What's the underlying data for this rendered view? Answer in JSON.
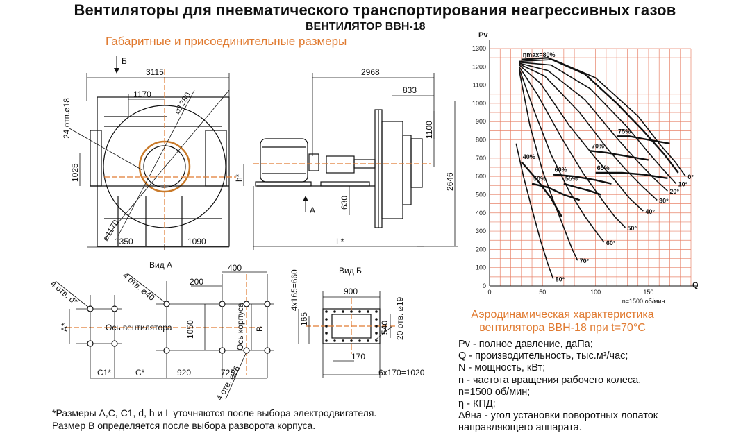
{
  "header": {
    "title": "Вентиляторы для пневматического транспортирования неагрессивных газов",
    "subtitle": "ВЕНТИЛЯТОР  ВВН-18",
    "dimensions_title": "Габаритные и присоединительные размеры"
  },
  "drawing": {
    "front": {
      "view_marker": "Б",
      "width_total": "3115",
      "width_top": "1170",
      "holes": "24 отв.⌀18",
      "diameter_outer": "⌀1280",
      "diameter_inner": "⌀1170",
      "height_axis": "1025",
      "width_left": "1350",
      "width_right": "1090"
    },
    "side": {
      "length_top": "2968",
      "offset_right": "833",
      "height_right": "1100",
      "height_total": "2646",
      "height_h": "h*",
      "height_foot": "630",
      "length_L": "L*",
      "view_marker": "А"
    },
    "view_a": {
      "label": "Вид А",
      "holes_d": "4 отв. d*",
      "holes_40": "4 отв. ⌀40",
      "dim_400": "400",
      "dim_200": "200",
      "axis_fan": "Ось вентилятора",
      "axis_body": "Ось корпуса",
      "dim_A": "А*",
      "dim_1050": "1050",
      "dim_B": "В",
      "dim_C1": "С1*",
      "dim_C": "С*",
      "dim_920": "920",
      "dim_725": "725",
      "holes_26": "4 отв. ⌀26"
    },
    "view_b": {
      "label": "Вид Б",
      "dim_900": "900",
      "holes_19": "20 отв. ⌀19",
      "dim_4x165": "4х165=660",
      "dim_165": "165",
      "dim_540": "540",
      "dim_170": "170",
      "dim_6x170": "6х170=1020"
    }
  },
  "chart_data": {
    "type": "line",
    "title": "",
    "xlabel": "Q",
    "ylabel": "Pv",
    "xlim": [
      0,
      190
    ],
    "ylim": [
      0,
      1300
    ],
    "x_ticks": [
      0,
      50,
      100,
      150
    ],
    "y_ticks": [
      0,
      100,
      200,
      300,
      400,
      500,
      600,
      700,
      800,
      900,
      1000,
      1100,
      1200,
      1300
    ],
    "grid": true,
    "speed_note": "n=1500 об/мин",
    "grid_color": "#e8836a",
    "series": [
      {
        "name": "0°",
        "x": [
          28,
          60,
          100,
          140,
          160,
          175,
          185
        ],
        "y": [
          1230,
          1240,
          1140,
          930,
          780,
          680,
          600
        ]
      },
      {
        "name": "10°",
        "x": [
          28,
          58,
          95,
          130,
          150,
          165,
          176
        ],
        "y": [
          1225,
          1210,
          1080,
          870,
          730,
          630,
          560
        ]
      },
      {
        "name": "20°",
        "x": [
          28,
          55,
          90,
          120,
          140,
          155,
          168
        ],
        "y": [
          1220,
          1180,
          1020,
          810,
          680,
          590,
          520
        ]
      },
      {
        "name": "30°",
        "x": [
          28,
          52,
          85,
          110,
          128,
          145,
          158
        ],
        "y": [
          1215,
          1150,
          950,
          760,
          640,
          540,
          470
        ]
      },
      {
        "name": "40°",
        "x": [
          28,
          48,
          75,
          100,
          118,
          132,
          145
        ],
        "y": [
          1210,
          1110,
          880,
          700,
          580,
          480,
          410
        ]
      },
      {
        "name": "50°",
        "x": [
          28,
          45,
          68,
          88,
          105,
          118,
          128
        ],
        "y": [
          1200,
          1050,
          810,
          620,
          480,
          380,
          320
        ]
      },
      {
        "name": "60°",
        "x": [
          28,
          42,
          58,
          75,
          90,
          100,
          108
        ],
        "y": [
          1190,
          960,
          720,
          520,
          380,
          300,
          240
        ]
      },
      {
        "name": "70°",
        "x": [
          28,
          38,
          50,
          62,
          72,
          78,
          83
        ],
        "y": [
          1180,
          880,
          630,
          440,
          290,
          200,
          140
        ]
      },
      {
        "name": "80°",
        "x": [
          25,
          32,
          40,
          48,
          55,
          60
        ],
        "y": [
          780,
          600,
          420,
          250,
          120,
          40
        ]
      }
    ],
    "efficiency_curves": [
      {
        "name": "ηmax=80%",
        "x": [
          30,
          55,
          90,
          120,
          145,
          165,
          178
        ],
        "y": [
          1240,
          1250,
          1160,
          1000,
          850,
          720,
          620
        ]
      },
      {
        "name": "75%",
        "x": [
          120,
          132,
          150,
          170
        ],
        "y": [
          820,
          820,
          800,
          780
        ]
      },
      {
        "name": "70%",
        "x": [
          95,
          110,
          130,
          150
        ],
        "y": [
          740,
          730,
          710,
          690
        ]
      },
      {
        "name": "65%",
        "x": [
          100,
          125,
          145,
          168
        ],
        "y": [
          620,
          620,
          610,
          590
        ]
      },
      {
        "name": "60%",
        "x": [
          60,
          80,
          100,
          115
        ],
        "y": [
          610,
          600,
          580,
          560
        ]
      },
      {
        "name": "55%",
        "x": [
          70,
          82,
          95,
          105
        ],
        "y": [
          560,
          540,
          520,
          500
        ]
      },
      {
        "name": "50%",
        "x": [
          40,
          55,
          70,
          85
        ],
        "y": [
          560,
          540,
          500,
          470
        ]
      },
      {
        "name": "40%",
        "x": [
          30,
          45,
          58,
          68
        ],
        "y": [
          680,
          580,
          480,
          380
        ]
      }
    ]
  },
  "aero": {
    "title": "Аэродинамическая характеристика вентилятора ВВН-18 при t=70°C"
  },
  "legend": {
    "line1": "Pv - полное давление, даПа;",
    "line2": "Q - производительность, тыс.м³/час;",
    "line3": "N - мощность, кВт;",
    "line4": "n - частота вращения рабочего колеса,",
    "line5": "n=1500 об/мин;",
    "line6": "η - КПД;",
    "line7": "Δθна - угол установки поворотных лопаток",
    "line8": "направляющего аппарата."
  },
  "footnote": {
    "line1": "*Размеры  А,С, С1, d, h и L уточняются после выбора электродвигателя.",
    "line2": "Размер В определяется после выбора разворота корпуса."
  }
}
